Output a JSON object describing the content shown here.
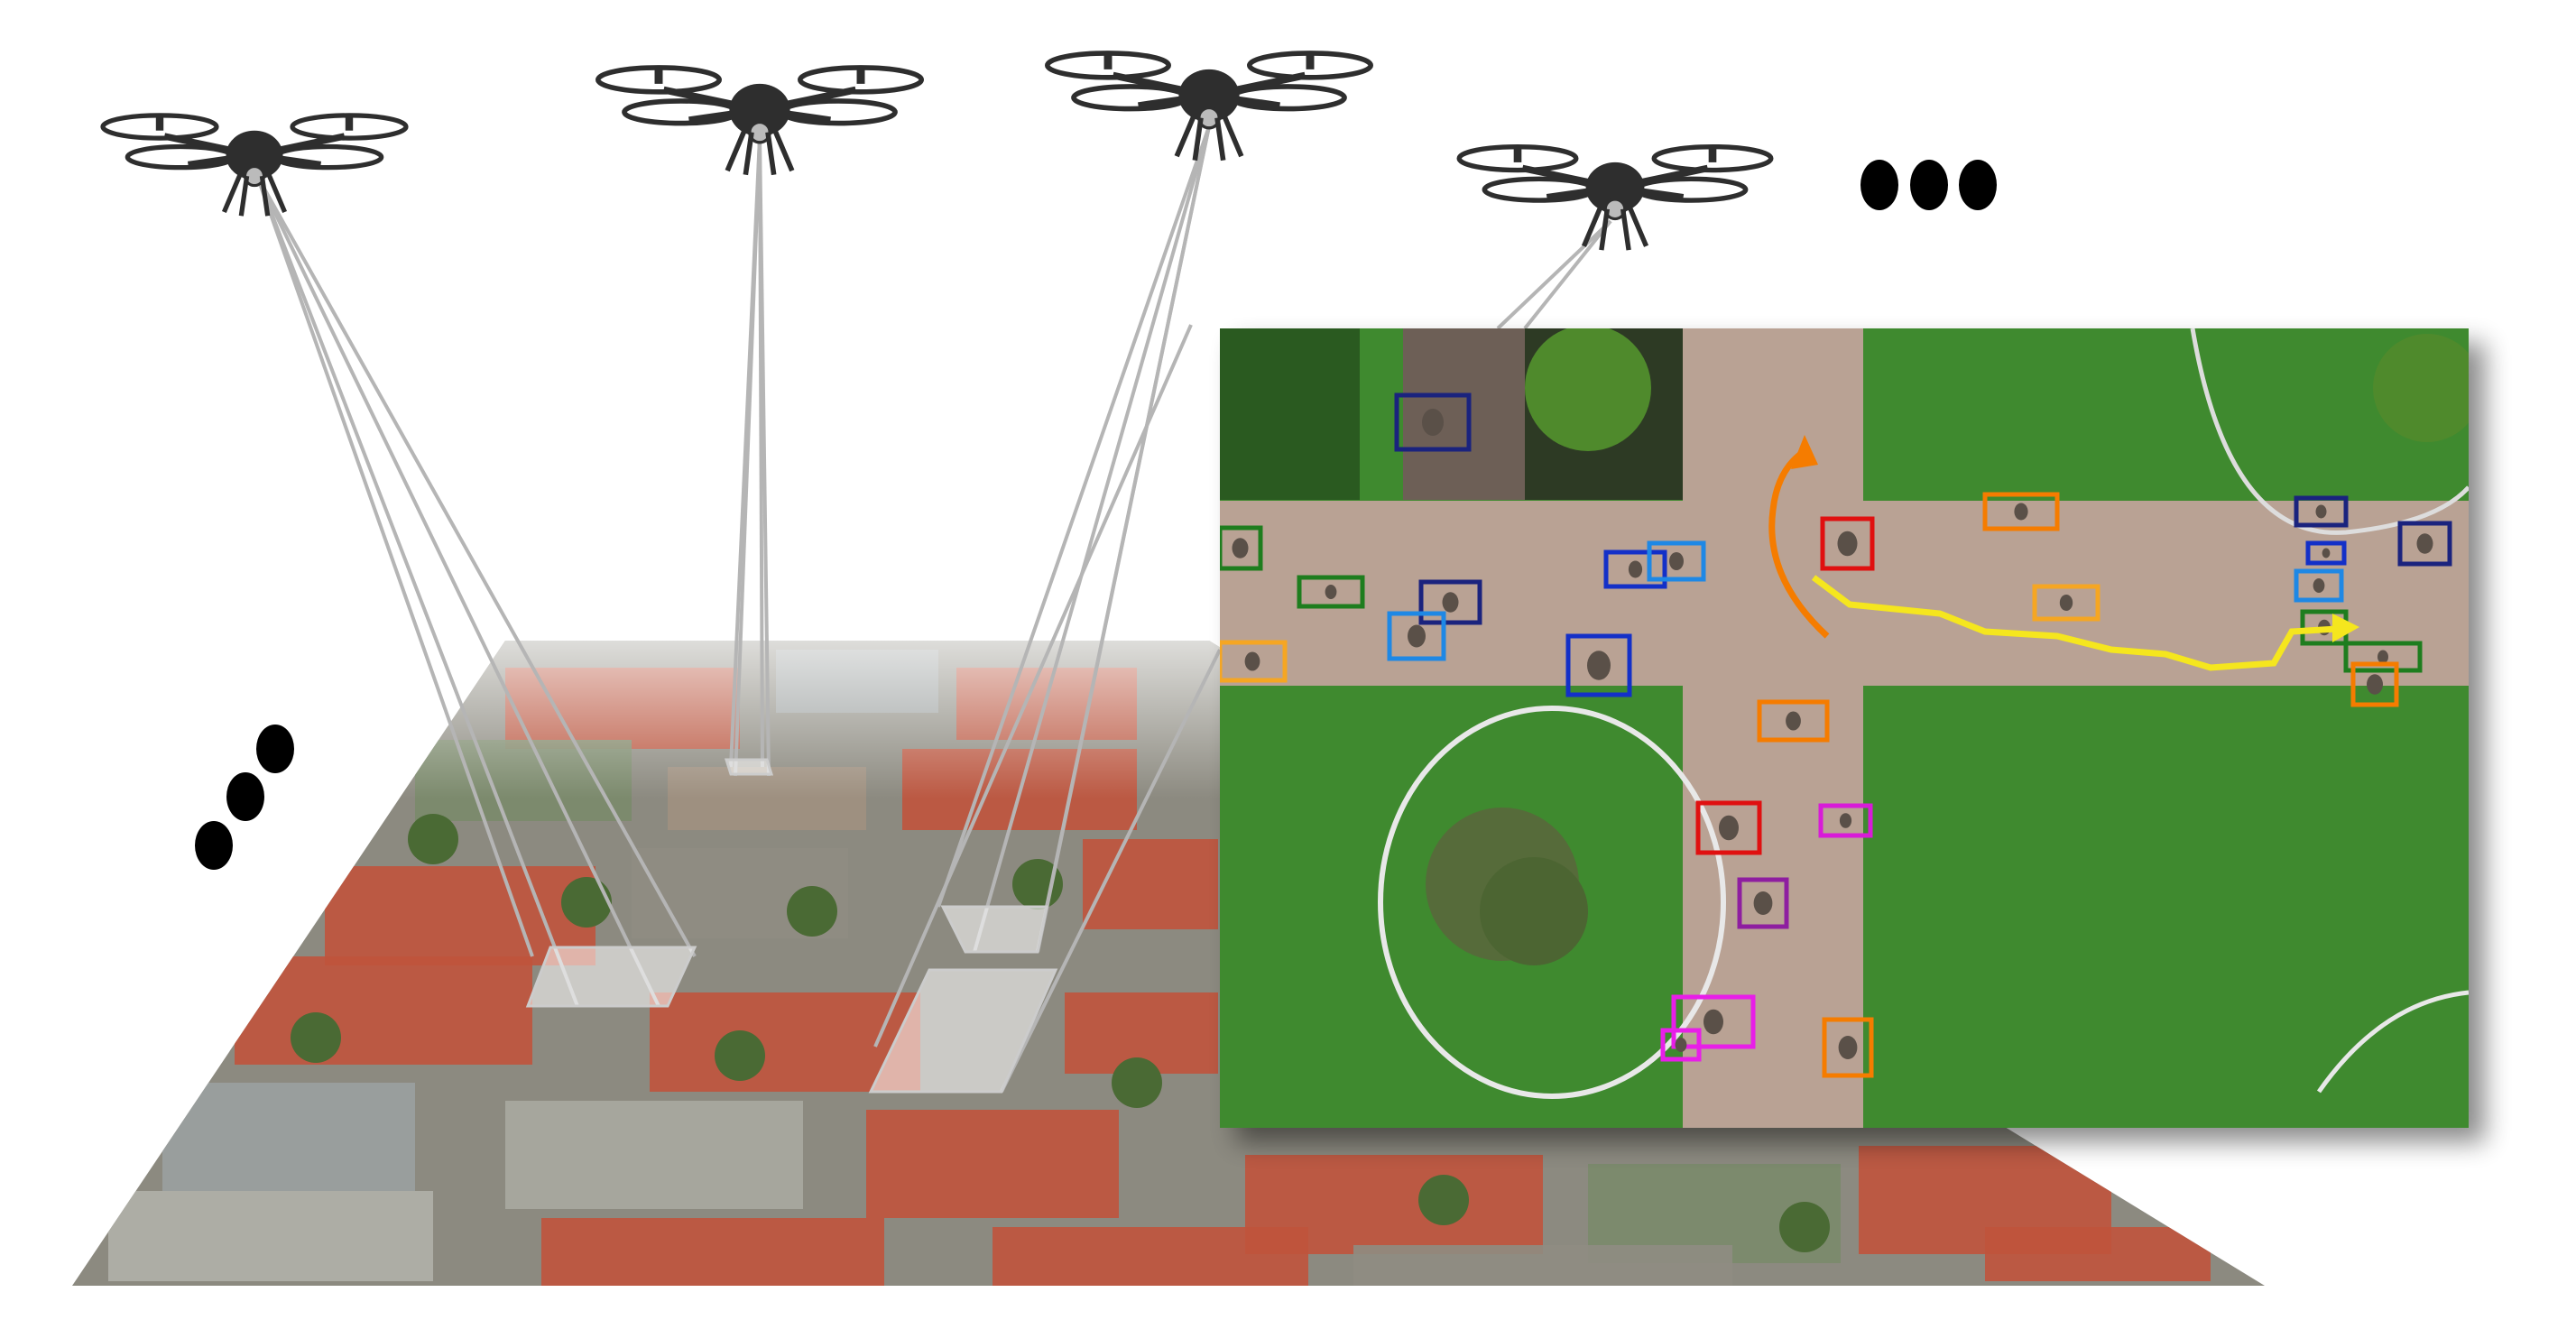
{
  "figure": {
    "description_free": true,
    "drone_count_shown": 4,
    "continuation_marks": [
      "vertical-ellipsis",
      "horizontal-ellipsis"
    ]
  },
  "drones": [
    {
      "name": "drone-1"
    },
    {
      "name": "drone-2"
    },
    {
      "name": "drone-3"
    },
    {
      "name": "drone-4"
    }
  ],
  "colors": {
    "background": "#ffffff",
    "drone": "#2e2e2e",
    "beam": "#b5b5b5",
    "grass": "#3f8a2f",
    "path": "#b9a294",
    "roof": "#c0533c",
    "ellipsis": "#000000"
  },
  "detections": [
    {
      "color": "#1a237e"
    },
    {
      "color": "#1e7d1e"
    },
    {
      "color": "#1e7d1e"
    },
    {
      "color": "#1a237e"
    },
    {
      "color": "#1e88e5"
    },
    {
      "color": "#f5a623"
    },
    {
      "color": "#1330c8"
    },
    {
      "color": "#1e88e5"
    },
    {
      "color": "#1330c8"
    },
    {
      "color": "#e01010"
    },
    {
      "color": "#f57c00"
    },
    {
      "color": "#f5a623"
    },
    {
      "color": "#f57c00"
    },
    {
      "color": "#e01010"
    },
    {
      "color": "#d81bd8"
    },
    {
      "color": "#8e1ea0"
    },
    {
      "color": "#e81ee8"
    },
    {
      "color": "#e81ee8"
    },
    {
      "color": "#f57c00"
    },
    {
      "color": "#1a237e"
    },
    {
      "color": "#1330c8"
    },
    {
      "color": "#1e88e5"
    },
    {
      "color": "#1a237e"
    },
    {
      "color": "#1e7d1e"
    },
    {
      "color": "#1e7d1e"
    },
    {
      "color": "#f57c00"
    }
  ],
  "trajectories": [
    {
      "name": "trajectory-orange",
      "color": "#f57c00"
    },
    {
      "name": "trajectory-yellow",
      "color": "#f5e61e"
    }
  ]
}
